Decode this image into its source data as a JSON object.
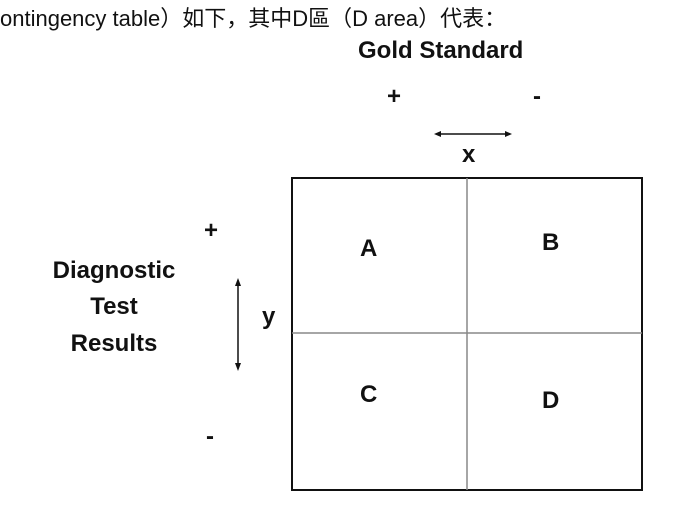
{
  "caption": "ontingency table）如下，其中D區（D area）代表：",
  "gold_standard": {
    "title": "Gold Standard",
    "plus": "+",
    "minus": "-"
  },
  "x_arrow": {
    "label": "x"
  },
  "diagnostic": {
    "line1": "Diagnostic",
    "line2": "Test",
    "line3": "Results",
    "plus": "+",
    "minus": "-"
  },
  "y_arrow": {
    "label": "y"
  },
  "cells": {
    "a": "A",
    "b": "B",
    "c": "C",
    "d": "D"
  }
}
